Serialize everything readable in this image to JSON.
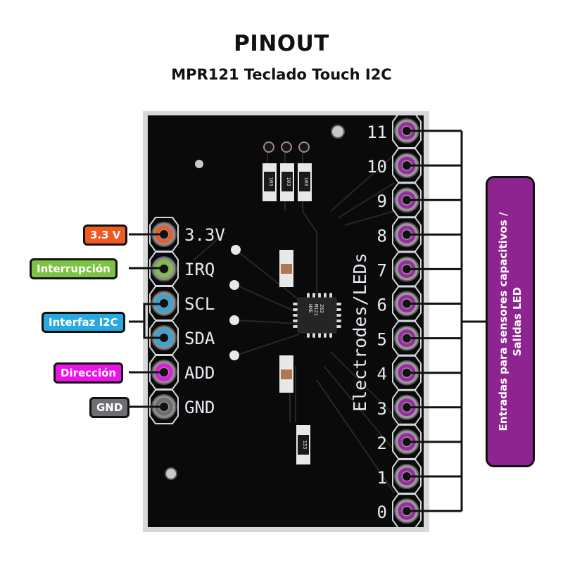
{
  "header": {
    "title": "PINOUT",
    "subtitle": "MPR121 Teclado Touch I2C"
  },
  "left_pins": [
    {
      "silk": "3.3V",
      "label": "3.3 V",
      "color": "#f05a22"
    },
    {
      "silk": "IRQ",
      "label": "Interrupción",
      "color": "#7dc242"
    },
    {
      "silk": "SCL",
      "label": "Interfaz I2C",
      "color": "#29a9e1"
    },
    {
      "silk": "SDA",
      "label": "Interfaz I2C",
      "color": "#29a9e1"
    },
    {
      "silk": "ADD",
      "label": "Dirección",
      "color": "#ec13e8"
    },
    {
      "silk": "GND",
      "label": "GND",
      "color": "#6d6e71"
    }
  ],
  "labels": {
    "power": "3.3 V",
    "interrupt": "Interrupción",
    "i2c": "Interfaz I2C",
    "address": "Dirección",
    "ground": "GND"
  },
  "right_pins": [
    "11",
    "10",
    "9",
    "8",
    "7",
    "6",
    "5",
    "4",
    "3",
    "2",
    "1",
    "0"
  ],
  "right_pin_color": "#9b2aa3",
  "board_silk": "Electrodes/LEDs",
  "chip_marking": [
    "263",
    "M121",
    "HXE"
  ],
  "resistor_markings": [
    "103",
    "103",
    "103",
    "153"
  ],
  "side_label": {
    "line1": "Entradas para sensores capacitivos /",
    "line2": "Salidas LED",
    "color": "#8e2490"
  }
}
